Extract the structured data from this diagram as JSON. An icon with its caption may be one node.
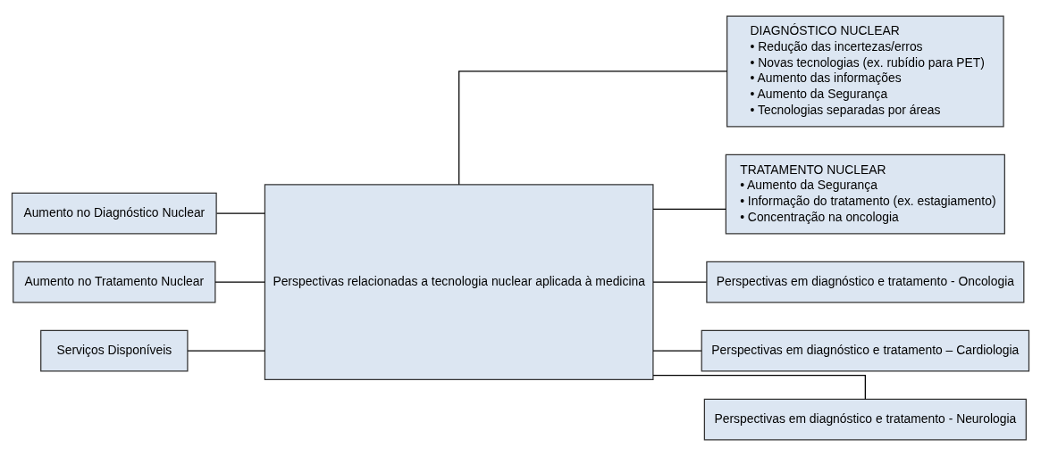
{
  "diagram": {
    "nodes": [
      {
        "text": [
          "Aumento no Diagnóstico Nuclear"
        ]
      },
      {
        "text": [
          "Aumento no Tratamento Nuclear"
        ]
      },
      {
        "text": [
          "Serviços Disponíveis"
        ]
      },
      {
        "text": [
          "Perspectivas relacionadas a tecnologia nuclear aplicada à medicina"
        ]
      },
      {
        "text": [
          "DIAGNÓSTICO NUCLEAR",
          "• Redução das incertezas/erros",
          "• Novas tecnologias (ex. rubídio para PET)",
          "• Aumento das informações",
          "• Aumento da Segurança",
          "• Tecnologias separadas por áreas"
        ]
      },
      {
        "text": [
          "TRATAMENTO NUCLEAR",
          "• Aumento da Segurança",
          "• Informação do tratamento (ex. estagiamento)",
          "• Concentração na oncologia"
        ]
      },
      {
        "text": [
          "Perspectivas em diagnóstico e tratamento - Oncologia"
        ]
      },
      {
        "text": [
          "Perspectivas em diagnóstico e tratamento – Cardiologia"
        ]
      },
      {
        "text": [
          "Perspectivas em diagnóstico e tratamento - Neurologia"
        ]
      }
    ],
    "edges": [
      {
        "from": 0,
        "to": 3,
        "arrow": "none"
      },
      {
        "from": 1,
        "to": 3,
        "arrow": "none"
      },
      {
        "from": 2,
        "to": 3,
        "arrow": "none"
      },
      {
        "from": 3,
        "to": 4,
        "arrow": "none"
      },
      {
        "from": 3,
        "to": 5,
        "arrow": "none"
      },
      {
        "from": 3,
        "to": 6,
        "arrow": "none"
      },
      {
        "from": 3,
        "to": 7,
        "arrow": "none"
      },
      {
        "from": 3,
        "to": 8,
        "arrow": "none"
      }
    ]
  }
}
